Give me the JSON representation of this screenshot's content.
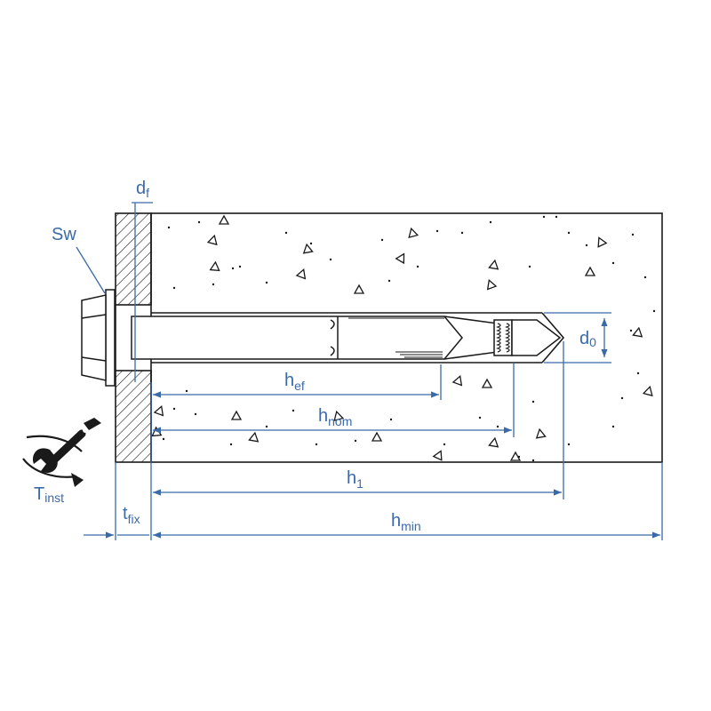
{
  "colors": {
    "line": "#1a1a1a",
    "dimension": "#3a6aa8",
    "background": "#ffffff"
  },
  "labels": {
    "sw": "Sw",
    "df_main": "d",
    "df_sub": "f",
    "d0_main": "d",
    "d0_sub": "0",
    "hef_main": "h",
    "hef_sub": "ef",
    "hnom_main": "h",
    "hnom_sub": "nom",
    "h1_main": "h",
    "h1_sub": "1",
    "hmin_main": "h",
    "hmin_sub": "min",
    "tfix_main": "t",
    "tfix_sub": "fix",
    "tinst_main": "T",
    "tinst_sub": "inst"
  },
  "icons": {
    "torque": "wrench-torque-icon"
  }
}
